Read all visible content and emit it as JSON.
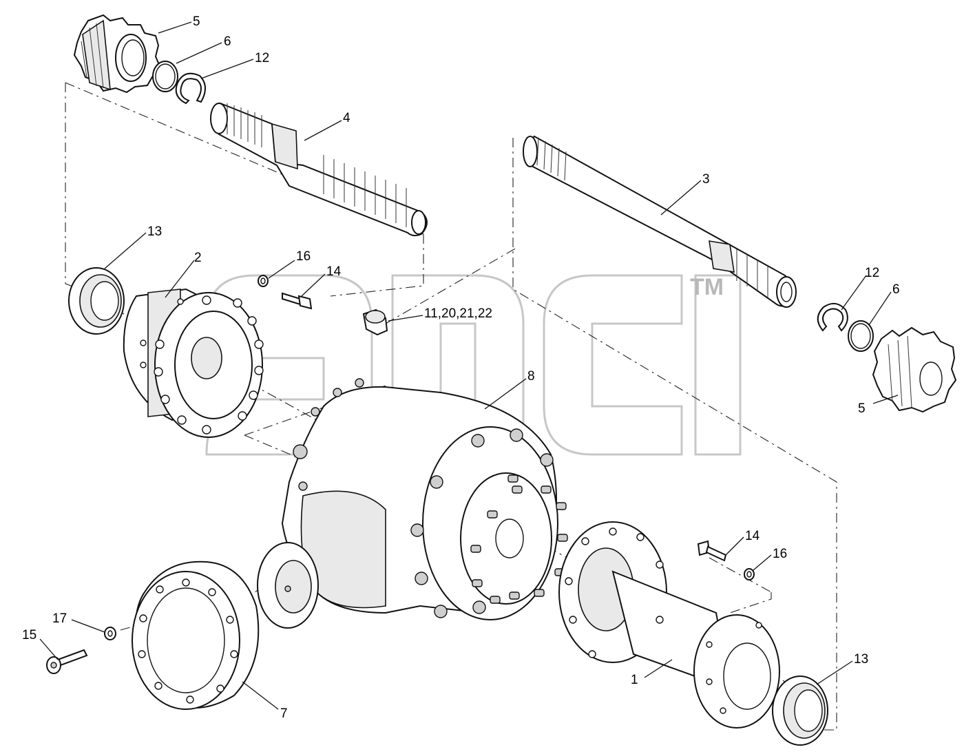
{
  "watermark": {
    "mark": "TM"
  },
  "callouts": {
    "c5_top": "5",
    "c6_top": "6",
    "c12_top": "12",
    "c4": "4",
    "c3": "3",
    "c13_left": "13",
    "c2": "2",
    "c16_top": "16",
    "c14_top": "14",
    "c11": "11,20,21,22",
    "c8": "8",
    "c12_right": "12",
    "c6_right": "6",
    "c5_right": "5",
    "c14_bottom": "14",
    "c16_bottom": "16",
    "c13_right": "13",
    "c17": "17",
    "c15": "15",
    "c7": "7",
    "c1": "1"
  }
}
